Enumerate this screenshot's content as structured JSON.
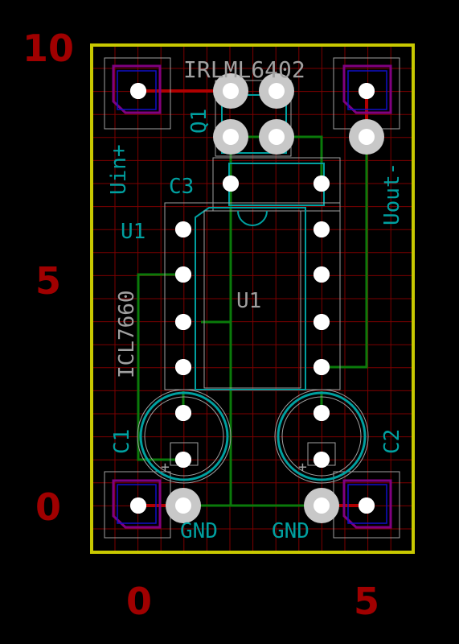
{
  "axes": {
    "y_labels": [
      "10",
      "5",
      "0"
    ],
    "x_labels": [
      "0",
      "5"
    ]
  },
  "components": {
    "q1_value": "IRLML6402",
    "q1_ref": "Q1",
    "c3_ref": "C3",
    "u1_ref_top": "U1",
    "u1_ref_center": "U1",
    "u1_value": "ICL7660",
    "c1_ref": "C1",
    "c2_ref": "C2",
    "uin_label": "Uin+",
    "uout_label": "Uout-",
    "gnd_left": "GND",
    "gnd_right": "GND",
    "plus_left": "+",
    "plus_right": "+"
  },
  "colors": {
    "background": "#000000",
    "board_outline": "#c8c800",
    "grid": "#a00000",
    "axis_text": "#a00000",
    "silkscreen_ref": "#00a0a0",
    "silkscreen_value": "#a0a0a0",
    "pad": "#c8c8c8",
    "drill": "#ffffff",
    "trace_front": "#a00000",
    "trace_back": "#008000",
    "courtyard": "#00a0a0",
    "fab": "#800080",
    "fab_inner": "#0000c8"
  }
}
